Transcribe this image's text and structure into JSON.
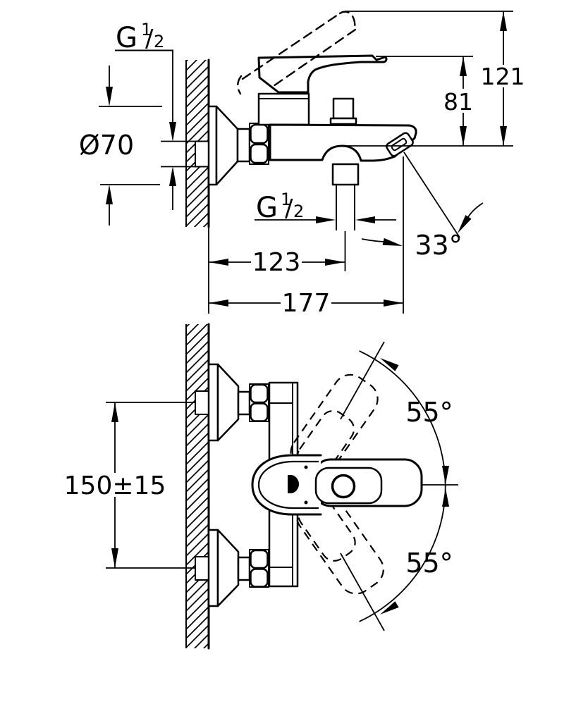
{
  "drawing": {
    "background": "#ffffff",
    "line_color": "#000000"
  },
  "labels": {
    "side": {
      "thread_wall": {
        "base": "G",
        "num": "1",
        "slash": "/",
        "den": "2"
      },
      "diameter": "Ø70",
      "h121": "121",
      "h81": "81",
      "thread_outlet": {
        "base": "G",
        "num": "1",
        "slash": "/",
        "den": "2"
      },
      "angle33": "33°",
      "d123": "123",
      "d177": "177"
    },
    "front": {
      "mount": "150±15",
      "swing_up": "55°",
      "swing_down": "55°"
    }
  }
}
